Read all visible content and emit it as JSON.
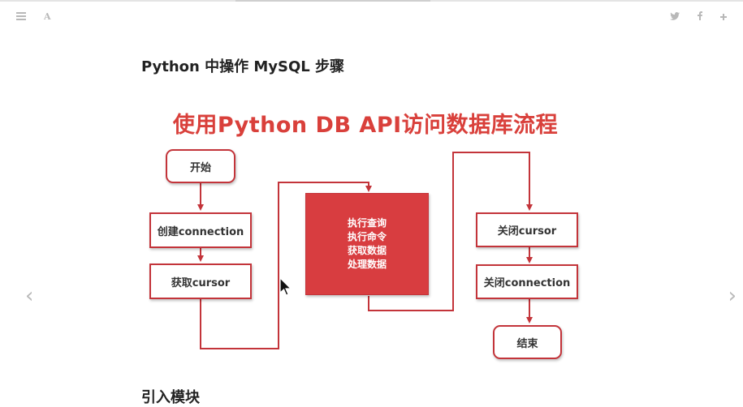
{
  "toolbar": {
    "left_icons": [
      "menu-icon",
      "font-icon"
    ],
    "font_icon_glyph": "A",
    "right_icons": [
      "twitter-icon",
      "facebook-icon",
      "google-plus-icon"
    ]
  },
  "page": {
    "title": "Python 中操作 MySQL 步骤",
    "next_heading_partial": "引入模块"
  },
  "slide": {
    "title": "使用Python DB API访问数据库流程",
    "accent_color": "#d9403b",
    "steps": {
      "start": "开始",
      "create_connection": "创建connection",
      "get_cursor": "获取cursor",
      "exec_lines": [
        "执行查询",
        "执行命令",
        "获取数据",
        "处理数据"
      ],
      "close_cursor": "关闭cursor",
      "close_connection": "关闭connection",
      "end": "结束"
    }
  },
  "navigation": {
    "prev": "‹",
    "next": "›"
  }
}
